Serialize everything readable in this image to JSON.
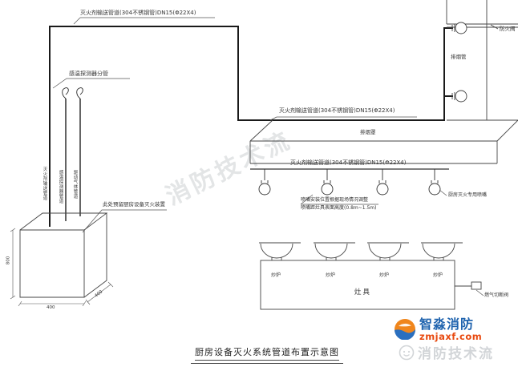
{
  "diagram": {
    "title": "厨房设备灭火系统管道布置示意图",
    "watermark": "消防技术流",
    "pipes": {
      "top_supply_label": "灭火剂输送管道(304不锈钢管)DN15(Φ22X4)",
      "duct_branch_label": "灭火剂输送管道(304不锈钢管)DN15(Φ22X4)",
      "nozzle_branch_label": "灭火剂输送管道(304不锈钢管)DN15(Φ22X4)",
      "detector_branch_label": "感温探测器分管",
      "riser_labels": [
        "灭火剂输送管道",
        "感温探测器管道",
        "驱动气体管道"
      ]
    },
    "duct": {
      "damper_label": "防火阀",
      "duct_label": "排烟管"
    },
    "hood": {
      "label": "排烟罩"
    },
    "nozzles": {
      "note_line1": "喷嘴安装位置根据现场情况调整",
      "note_line2": "喷嘴距灶具表面高度(0.8m~1.5m)",
      "kitchen_nozzle_label": "厨房灭火专用喷嘴"
    },
    "tank": {
      "label": "此处预留厨房设备灭火装置",
      "dim_height": "800",
      "dim_width": "400",
      "dim_depth": "400"
    },
    "stove": {
      "label": "灶具",
      "woks": [
        "炒炉",
        "炒炉",
        "炒炉",
        "炒炉"
      ],
      "gas_valve_label": "燃气切断阀"
    }
  },
  "branding": {
    "logo_text": "智淼消防",
    "logo_url": "zmjaxf.com",
    "tagline": "消防技术流",
    "colors": {
      "logo_blue": "#1f63ae",
      "logo_orange": "#e8490f",
      "icon_orange": "#f0861c",
      "icon_blue": "#2a6fbf",
      "tagline_gray": "#d2d5d8",
      "line_dark": "#1a1a1a",
      "line_gray": "#444444"
    }
  }
}
